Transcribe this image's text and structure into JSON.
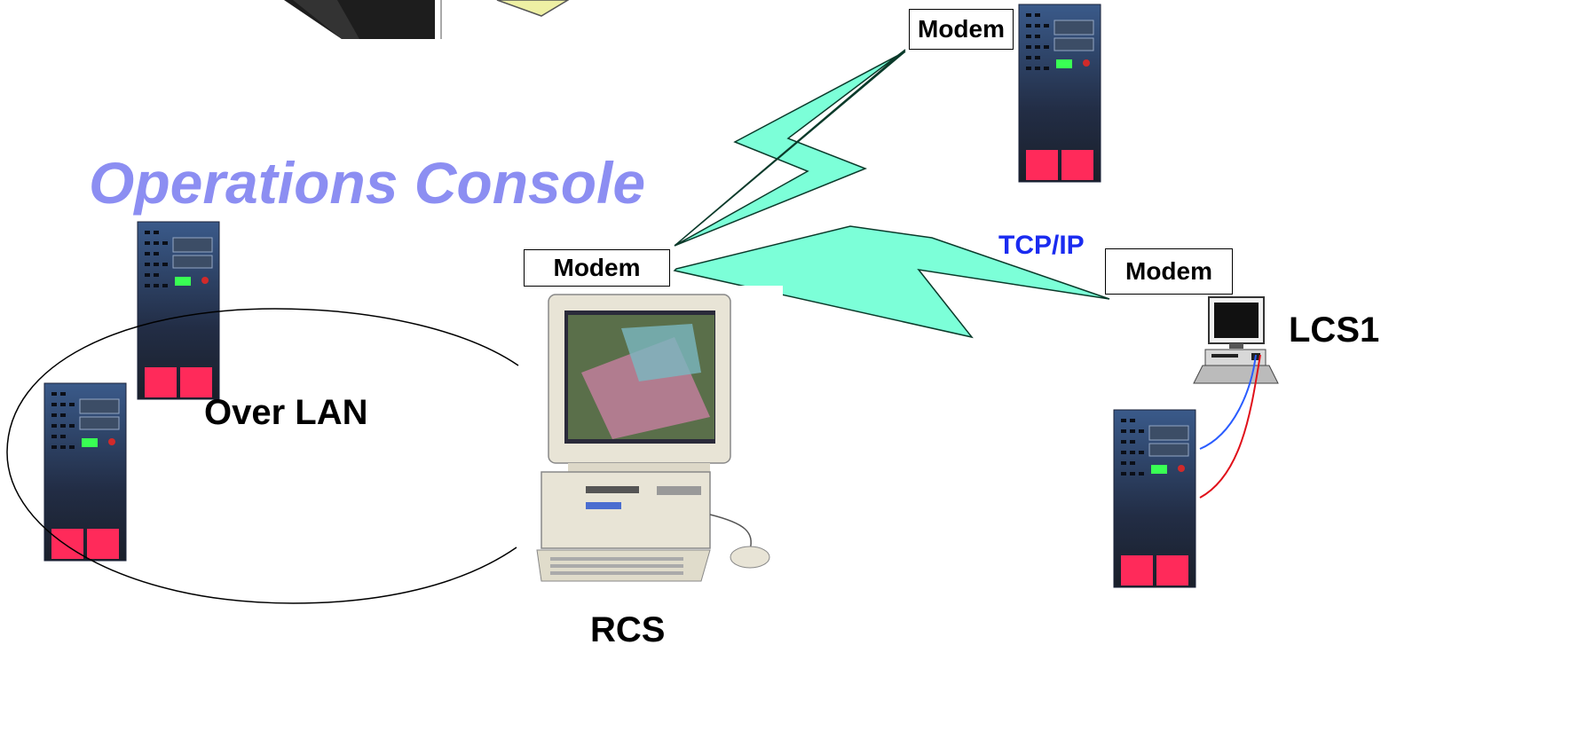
{
  "title": "Operations Console",
  "lan_label": "Over LAN",
  "tcp_label": "TCP/IP",
  "rcs_label": "RCS",
  "lcs_label": "LCS1",
  "modems": {
    "top": "Modem",
    "center": "Modem",
    "right": "Modem"
  },
  "colors": {
    "title": "#8c8ef2",
    "tcp_label": "#1a2bf0",
    "lightning": "#7cffd8",
    "cable_blue": "#2a5cff",
    "cable_red": "#e0101a",
    "server_body": "#2a3d63",
    "server_drive": "#ff2a5a"
  },
  "icons": [
    "server-tower-icon",
    "mainframe-icon",
    "pc-workstation-icon",
    "laptop-pc-icon",
    "lightning-link-icon",
    "box-icon"
  ]
}
